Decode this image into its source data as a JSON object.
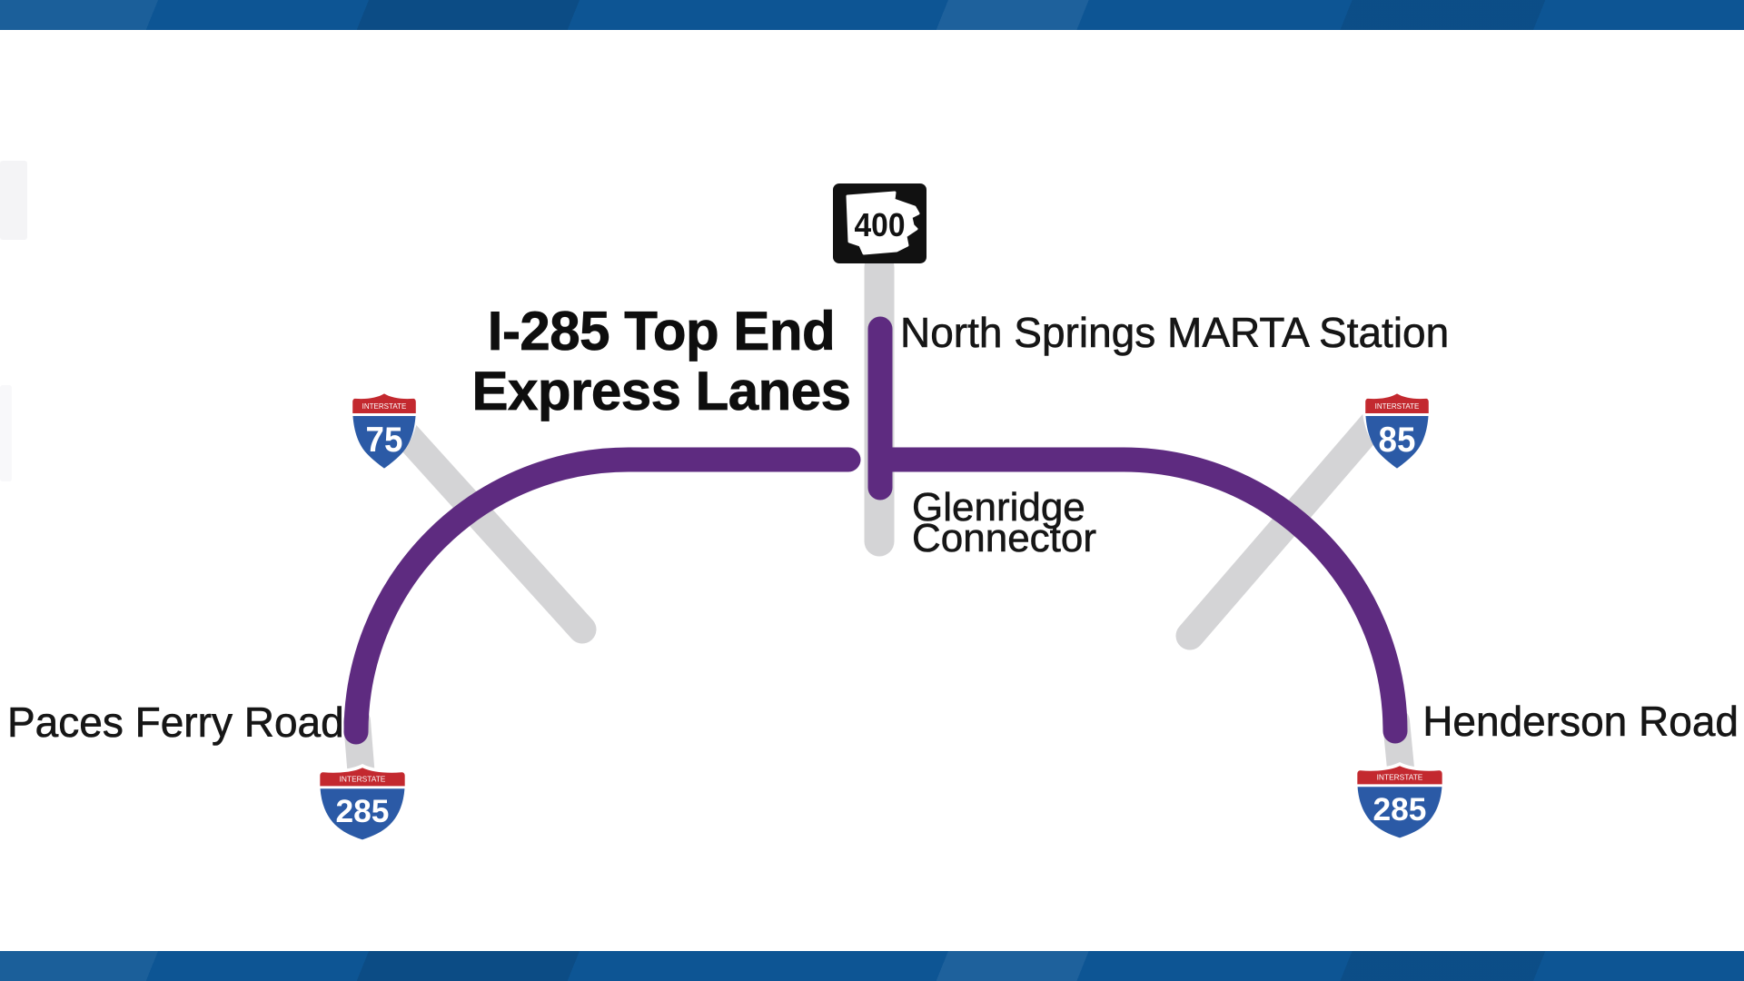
{
  "graphic": {
    "title_line1": "I-285 Top End",
    "title_line2": "Express Lanes"
  },
  "labels": {
    "north_springs": "North Springs MARTA Station",
    "glenridge_line1": "Glenridge",
    "glenridge_line2": "Connector",
    "paces_ferry": "Paces Ferry Road",
    "henderson": "Henderson Road"
  },
  "shields": {
    "ga400": {
      "number": "400"
    },
    "i75": {
      "banner": "INTERSTATE",
      "number": "75"
    },
    "i85": {
      "banner": "INTERSTATE",
      "number": "85"
    },
    "i285_west": {
      "banner": "INTERSTATE",
      "number": "285"
    },
    "i285_east": {
      "banner": "INTERSTATE",
      "number": "285"
    }
  },
  "colors": {
    "banner_blue": "#0d5594",
    "express_lane_purple": "#5e2b80",
    "road_gray": "#d4d4d6",
    "shield_red": "#c3292f",
    "shield_blue": "#2b5aa6",
    "ga400_sign_black": "#111111",
    "text_black": "#161616"
  }
}
